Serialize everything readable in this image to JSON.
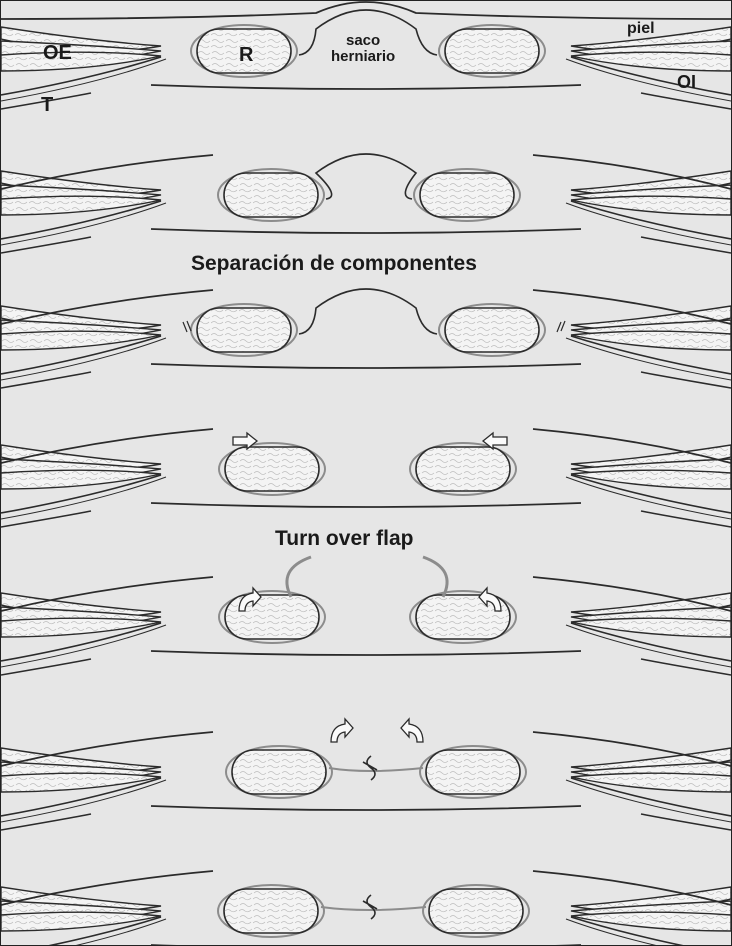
{
  "labels": {
    "oe": "OE",
    "t": "T",
    "r": "R",
    "saco": "saco\nherniario",
    "piel": "piel",
    "oi": "OI"
  },
  "headings": {
    "separacion": "Separación de componentes",
    "turn_over": "Turn over flap"
  },
  "stages": [
    {
      "name": "intact-hernia",
      "sac": true
    },
    {
      "name": "skin-incision",
      "sac": true
    },
    {
      "name": "component-separation",
      "sac": true,
      "relaxing_incision": true
    },
    {
      "name": "rectus-advancement",
      "advance_arrows": true
    },
    {
      "name": "turn-over-flap",
      "flaps": true
    },
    {
      "name": "flap-suture",
      "suture": true,
      "curved_arrows": true
    },
    {
      "name": "final-repair",
      "suture": true
    }
  ],
  "colors": {
    "background": "#e6e6e6",
    "stroke": "#2b2b2b",
    "muscle_fill": "#f3f3f3",
    "fascia": "#8c8c8c"
  }
}
